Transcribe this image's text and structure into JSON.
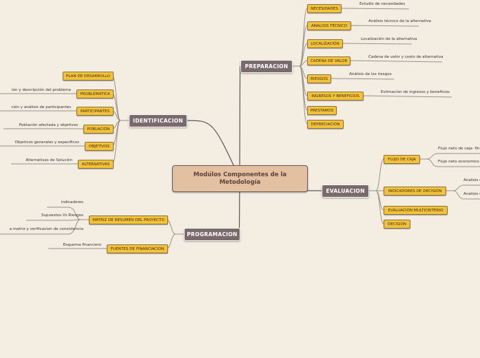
{
  "central": "Modúlos Componentes de la Metodología",
  "branches": {
    "preparacion": {
      "label": "PREPARACION",
      "items": [
        {
          "label": "NECESIDADES",
          "leaves": [
            "Estudio de necesidades"
          ]
        },
        {
          "label": "ANALISIS TÉCNICO",
          "leaves": [
            "Análisis técnico de la alternativa"
          ]
        },
        {
          "label": "LOCALIZACIÓN",
          "leaves": [
            "Localización de la alternativa"
          ]
        },
        {
          "label": "CADENA DE VALOR",
          "leaves": [
            "Cadena de valor y costo de alternativa"
          ]
        },
        {
          "label": "RIESGOS",
          "leaves": [
            "Análisis de los riesgos"
          ]
        },
        {
          "label": "INGRESOS Y BENEFICIOS",
          "leaves": [
            "Estimación de ingresos y beneficios"
          ]
        },
        {
          "label": "PRESTAMOS",
          "leaves": []
        },
        {
          "label": "DEPRECIACIÓN",
          "leaves": []
        }
      ]
    },
    "identificacion": {
      "label": "IDENTIFICACION",
      "items": [
        {
          "label": "PLAN DE DESARROLLO",
          "leaves": []
        },
        {
          "label": "PROBLEMATICA",
          "leaves": [
            "ión y descripción del problema"
          ]
        },
        {
          "label": "PARTICIPANTES",
          "leaves": [
            "ción y análisis de participantes"
          ]
        },
        {
          "label": "POBLACIÓN",
          "leaves": [
            "Población afectada y objetivos"
          ]
        },
        {
          "label": "OBJETIVOS",
          "leaves": [
            "Objetivos generales y especificos"
          ]
        },
        {
          "label": "ALTERNATIVAS",
          "leaves": [
            "Alternativas de Solución"
          ]
        }
      ]
    },
    "evaluacion": {
      "label": "EVALUACION",
      "items": [
        {
          "label": "FLUJO DE CAJA",
          "leaves": [
            "Flujo neto de caja- fin",
            "Flujo neto economico"
          ]
        },
        {
          "label": "INDICADORES DE DECISIÓN",
          "leaves": [
            "Analisis d",
            "Analisis d"
          ]
        },
        {
          "label": "EVALUACIÓN MULTICRITERIO",
          "leaves": []
        },
        {
          "label": "DECISIÓN",
          "leaves": []
        }
      ]
    },
    "programacion": {
      "label": "PROGRAMACION",
      "items": [
        {
          "label": "MATRIZ DE RESUMEN DEL PROYECTO",
          "leaves": [
            "indicadores",
            "Supuestos Vs Riesgos",
            "a matriz y verificacion de consistencia"
          ]
        },
        {
          "label": "FUENTES DE FINANCIACION",
          "leaves": [
            "Esquema financiero"
          ]
        }
      ]
    }
  }
}
